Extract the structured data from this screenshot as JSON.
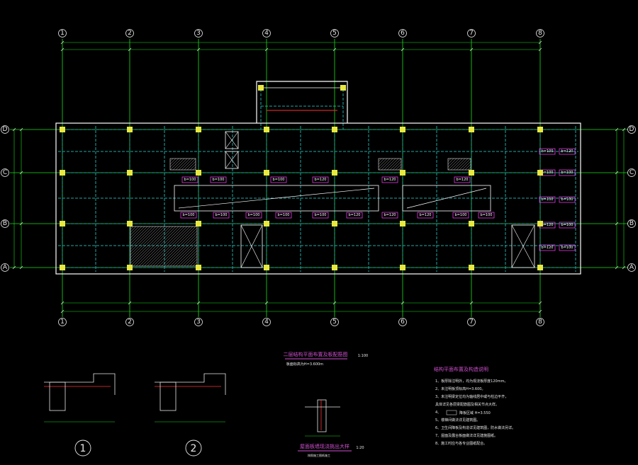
{
  "drawing": {
    "colors": {
      "background": "#000000",
      "grid_axis": "#18e018",
      "dimension": "#18e018",
      "wall": "#ffffff",
      "beam": "#1fa6a0",
      "column": "#e8e840",
      "opening": "#ff40ff",
      "hatch": "#c8c8c8",
      "red_line": "#ff3030",
      "title": "#d050d0"
    },
    "axes_vertical": [
      "1",
      "2",
      "3",
      "4",
      "5",
      "6",
      "7",
      "8"
    ],
    "axes_horizontal": [
      "D",
      "C",
      "B",
      "A"
    ],
    "detail_markers": [
      "1",
      "2"
    ],
    "plan_title": "二层结构平面布置及板配筋图",
    "plan_scale": "1:100",
    "plan_subtitle": "板面标高为H=3.600m",
    "section_title": "屋面板墙现浇挑出大样",
    "section_scale": "1:20",
    "section_subtitle": "按照施工图纸施工",
    "notes_title": "结构平面布置及构造说明",
    "notes": [
      "1、板厚除注明外，均为现浇板厚度120mm。",
      "2、未注明板顶标高H=3.600。",
      "3、未注明梁定位均为轴线居中或与柱边平齐，",
      "   具体详见各层梁配筋图及相关节点大样。",
      "4、",
      "5、楼梯间做法详见建筑图。",
      "6、卫生间降板及构造详见建筑图，防水做法另详。",
      "7、屋面及露台板面做法详见建施图纸。",
      "8、施工时应与各专业图纸配合。"
    ],
    "notes_hatch_label": "降板区域 H=3.550",
    "opening_tags": [
      "b=100",
      "b=100",
      "b=100",
      "b=120",
      "b=120",
      "b=120",
      "b=100",
      "b=100"
    ]
  }
}
